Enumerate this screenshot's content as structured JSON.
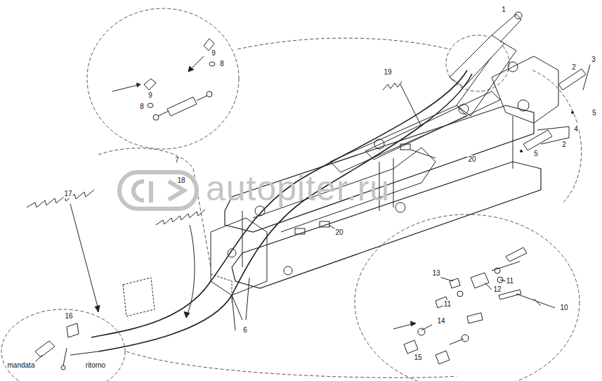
{
  "diagram": {
    "labels": [
      "1",
      "2",
      "3",
      "5",
      "4",
      "2",
      "5",
      "9",
      "8",
      "9",
      "8",
      "7",
      "19",
      "20",
      "20",
      "18",
      "17",
      "6",
      "16",
      "mandata",
      "ritorno",
      "13",
      "12",
      "11",
      "11",
      "10",
      "14",
      "15",
      "autopiter.ru"
    ]
  }
}
